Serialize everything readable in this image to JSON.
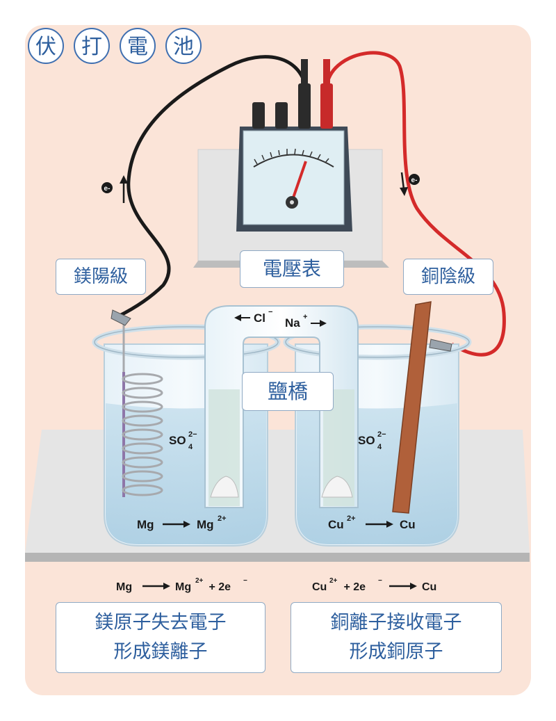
{
  "title_chars": [
    "伏",
    "打",
    "電",
    "池"
  ],
  "labels": {
    "anode": "鎂陽級",
    "voltmeter": "電壓表",
    "cathode": "銅陰級",
    "salt_bridge": "鹽橋"
  },
  "bridge_ions": {
    "left": "Cl",
    "left_sup": "−",
    "right": "Na",
    "right_sup": "+"
  },
  "beaker_left": {
    "anion": "SO",
    "anion_sub": "4",
    "anion_sup": "2−",
    "reaction_from": "Mg",
    "reaction_to": "Mg",
    "reaction_to_sup": "2+"
  },
  "beaker_right": {
    "anion": "SO",
    "anion_sub": "4",
    "anion_sup": "2−",
    "reaction_from": "Cu",
    "reaction_from_sup": "2+",
    "reaction_to": "Cu"
  },
  "electron_label": "e-",
  "equations": {
    "left": {
      "a": "Mg",
      "b": "Mg",
      "b_sup": "2+",
      "c": " + 2e",
      "c_sup": "−"
    },
    "right": {
      "a": "Cu",
      "a_sup": "2+",
      "a2": " + 2e",
      "a2_sup": "−",
      "b": "Cu"
    }
  },
  "captions": {
    "left": [
      "鎂原子失去電子",
      "形成鎂離子"
    ],
    "right": [
      "銅離子接收電子",
      "形成銅原子"
    ]
  },
  "colors": {
    "background_panel": "#fbe4d8",
    "title_blue": "#2e5f9e",
    "wire_red": "#d42a2a",
    "wire_black": "#1a1a1a",
    "copper": "#b0603a",
    "liquid": "#bcd8e8"
  }
}
